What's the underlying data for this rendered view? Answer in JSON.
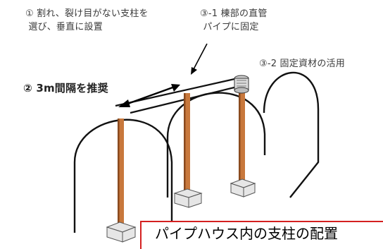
{
  "annotations": {
    "note1": "① 割れ、裂け目がない支柱を\n 選び、垂直に設置",
    "note2": "② 3m間隔を推奨",
    "note3": "③-1 棟部の直管\n パイプに固定",
    "note4": "③-2 固定資材の活用"
  },
  "caption": "パイプハウス内の支柱の配置",
  "colors": {
    "frame": "#111111",
    "post": "#c8783c",
    "post_shade": "#8a4a1e",
    "base": "#e6e6e6",
    "clamp": "#dcdcdc",
    "caption_border": "#d42020"
  }
}
